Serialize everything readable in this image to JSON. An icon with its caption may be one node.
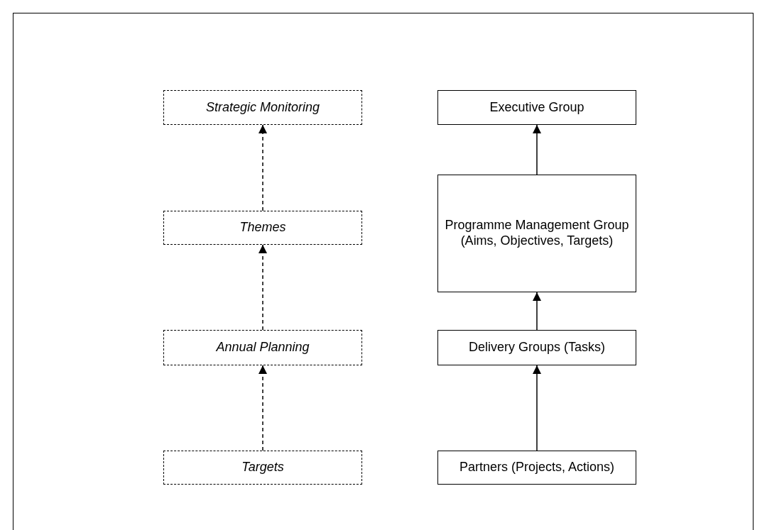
{
  "diagram": {
    "nodes": [
      {
        "text": [
          "Strategic Monitoring"
        ]
      },
      {
        "text": [
          "Themes"
        ]
      },
      {
        "text": [
          "Annual Planning"
        ]
      },
      {
        "text": [
          "Targets"
        ]
      },
      {
        "text": [
          "Executive Group"
        ]
      },
      {
        "text": [
          "Programme Management Group (Aims, Objectives, Targets)"
        ]
      },
      {
        "text": [
          "Delivery Groups (Tasks)"
        ]
      },
      {
        "text": [
          "Partners (Projects, Actions)"
        ]
      }
    ],
    "edges": [
      {
        "from": 1,
        "to": 0,
        "arrow": "to",
        "style": "dashed"
      },
      {
        "from": 2,
        "to": 1,
        "arrow": "to",
        "style": "dashed"
      },
      {
        "from": 3,
        "to": 2,
        "arrow": "to",
        "style": "dashed"
      },
      {
        "from": 5,
        "to": 4,
        "arrow": "to"
      },
      {
        "from": 6,
        "to": 5,
        "arrow": "to"
      },
      {
        "from": 7,
        "to": 6,
        "arrow": "to"
      }
    ]
  }
}
